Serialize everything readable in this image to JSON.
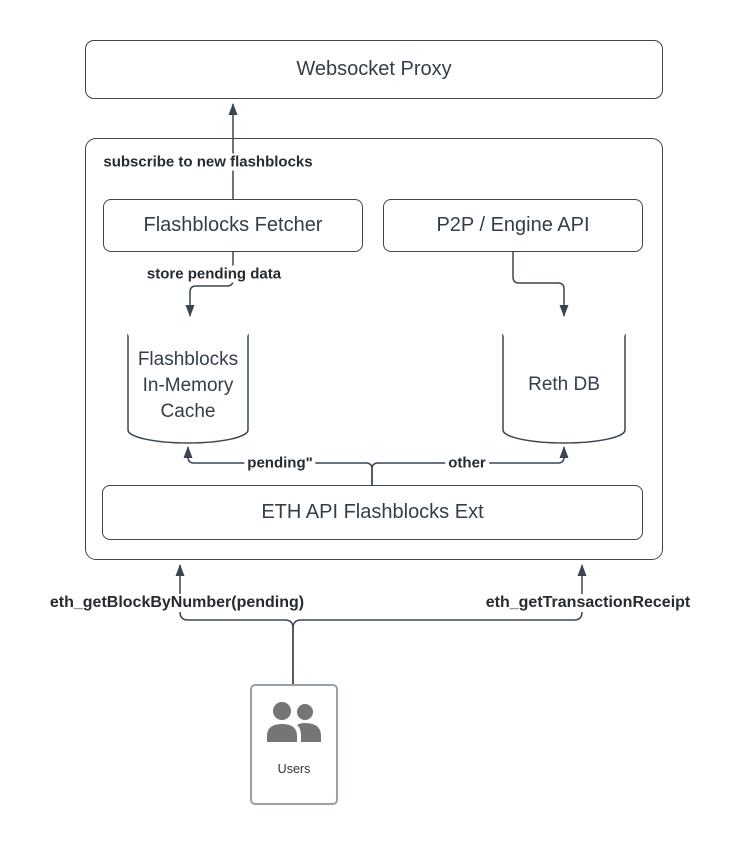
{
  "colors": {
    "stroke": "#3a4550",
    "text": "#343e49",
    "label": "#252b31",
    "users_icon": "#757575",
    "users_border": "#9aa0a8",
    "bg": "#ffffff"
  },
  "nodes": {
    "websocket_proxy": {
      "label": "Websocket Proxy"
    },
    "flashblocks_fetcher": {
      "label": "Flashblocks Fetcher"
    },
    "p2p_engine_api": {
      "label": "P2P / Engine API"
    },
    "flashblocks_cache": {
      "label": "Flashblocks In-Memory Cache"
    },
    "reth_db": {
      "label": "Reth DB"
    },
    "eth_api_ext": {
      "label": "ETH API Flashblocks Ext"
    },
    "users": {
      "label": "Users",
      "icon": "users-icon"
    }
  },
  "edge_labels": {
    "subscribe": "subscribe to new flashblocks",
    "store": "store pending data",
    "pending": "pending\"",
    "other": "other",
    "get_block": "eth_getBlockByNumber(pending)",
    "get_receipt": "eth_getTransactionReceipt"
  }
}
